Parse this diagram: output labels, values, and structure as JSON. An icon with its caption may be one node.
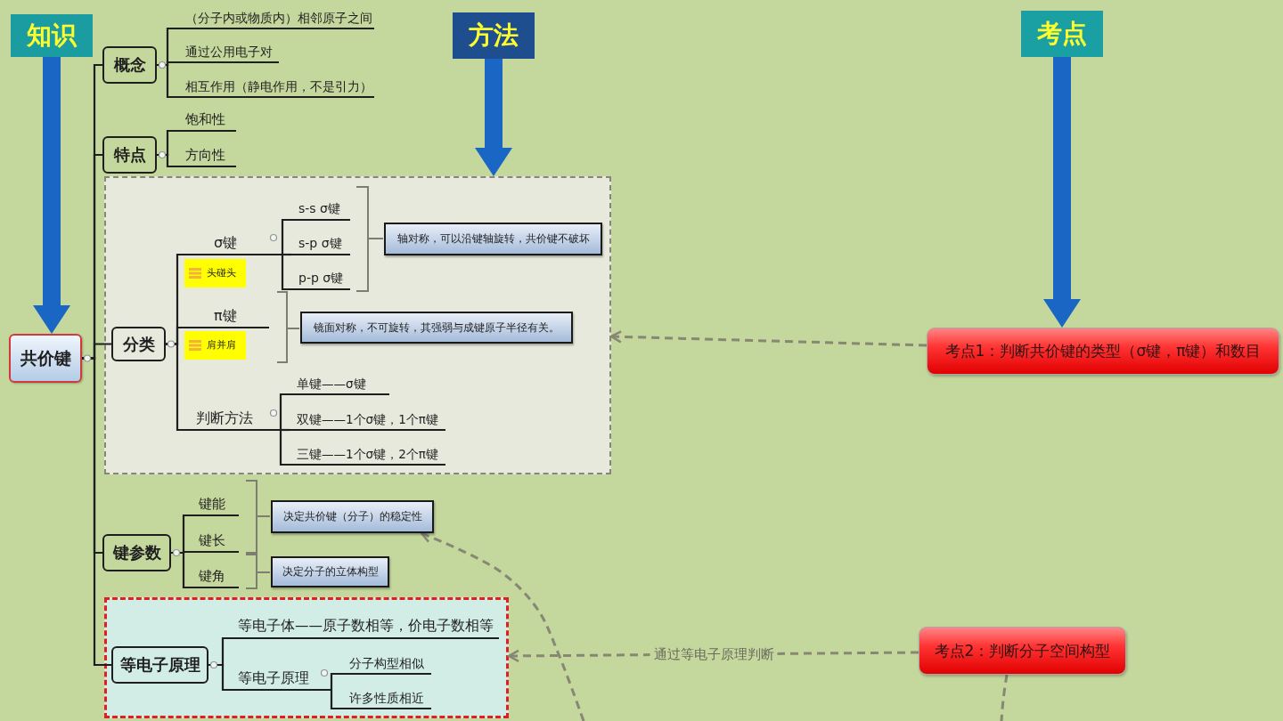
{
  "diagram": {
    "nodes": [
      {
        "text": [
          "知识"
        ]
      },
      {
        "text": [
          "方法"
        ]
      },
      {
        "text": [
          "考点"
        ]
      },
      {
        "text": [
          "共价键"
        ]
      },
      {
        "text": [
          "概念"
        ]
      },
      {
        "text": [
          "（分子内或物质内）相邻原子之间"
        ]
      },
      {
        "text": [
          "通过公用电子对"
        ]
      },
      {
        "text": [
          "相互作用（静电作用，不是引力）"
        ]
      },
      {
        "text": [
          "特点"
        ]
      },
      {
        "text": [
          "饱和性"
        ]
      },
      {
        "text": [
          "方向性"
        ]
      },
      {
        "text": [],
        "shape": "box"
      },
      {
        "text": [
          "分类"
        ],
        "in": 11
      },
      {
        "text": [
          "σ键"
        ],
        "in": 11
      },
      {
        "text": [
          "头碰头"
        ],
        "in": 11
      },
      {
        "text": [
          "s-s σ键"
        ],
        "in": 11
      },
      {
        "text": [
          "s-p σ键"
        ],
        "in": 11
      },
      {
        "text": [
          "p-p σ键"
        ],
        "in": 11
      },
      {
        "text": [
          "轴对称，可以沿键轴旋转，共价键不破坏"
        ],
        "in": 11
      },
      {
        "text": [
          "π键"
        ],
        "in": 11
      },
      {
        "text": [
          "肩并肩"
        ],
        "in": 11
      },
      {
        "text": [
          "镜面对称，不可旋转，其强弱与成键原子半径有关。"
        ],
        "in": 11
      },
      {
        "text": [
          "判断方法"
        ],
        "in": 11
      },
      {
        "text": [
          "单键——σ键"
        ],
        "in": 11
      },
      {
        "text": [
          "双键——1个σ键，1个π键"
        ],
        "in": 11
      },
      {
        "text": [
          "三键——1个σ键，2个π键"
        ],
        "in": 11
      },
      {
        "text": [
          "键参数"
        ]
      },
      {
        "text": [
          "键能"
        ]
      },
      {
        "text": [
          "键长"
        ]
      },
      {
        "text": [
          "键角"
        ]
      },
      {
        "text": [
          "决定共价键（分子）的稳定性"
        ]
      },
      {
        "text": [
          "决定分子的立体构型"
        ]
      },
      {
        "text": [],
        "shape": "box"
      },
      {
        "text": [
          "等电子原理"
        ],
        "in": 32
      },
      {
        "text": [
          "等电子体——原子数相等，价电子数相等"
        ],
        "in": 32
      },
      {
        "text": [
          "等电子原理"
        ],
        "in": 32
      },
      {
        "text": [
          "分子构型相似"
        ],
        "in": 32
      },
      {
        "text": [
          "许多性质相近"
        ],
        "in": 32
      },
      {
        "text": [
          "考点1：判断共价键的类型（σ键，π键）和数目"
        ]
      },
      {
        "text": [
          "考点2：判断分子空间构型"
        ]
      }
    ],
    "edges": [
      {
        "from": 0,
        "to": 3,
        "arrow": "to",
        "style": "thick",
        "color": "#1a66c4"
      },
      {
        "from": 1,
        "to": 11,
        "arrow": "to",
        "style": "thick",
        "color": "#1a66c4"
      },
      {
        "from": 2,
        "to": 38,
        "arrow": "to",
        "style": "thick",
        "color": "#1a66c4"
      },
      {
        "from": 3,
        "to": 4,
        "arrow": "none"
      },
      {
        "from": 3,
        "to": 8,
        "arrow": "none"
      },
      {
        "from": 3,
        "to": 12,
        "arrow": "none"
      },
      {
        "from": 3,
        "to": 26,
        "arrow": "none"
      },
      {
        "from": 3,
        "to": 33,
        "arrow": "none"
      },
      {
        "from": 4,
        "to": 5,
        "arrow": "none"
      },
      {
        "from": 4,
        "to": 6,
        "arrow": "none"
      },
      {
        "from": 4,
        "to": 7,
        "arrow": "none"
      },
      {
        "from": 8,
        "to": 9,
        "arrow": "none"
      },
      {
        "from": 8,
        "to": 10,
        "arrow": "none"
      },
      {
        "from": 12,
        "to": 13,
        "arrow": "none"
      },
      {
        "from": 12,
        "to": 19,
        "arrow": "none"
      },
      {
        "from": 12,
        "to": 22,
        "arrow": "none"
      },
      {
        "from": 13,
        "to": 15,
        "arrow": "none"
      },
      {
        "from": 13,
        "to": 16,
        "arrow": "none"
      },
      {
        "from": 13,
        "to": 17,
        "arrow": "none"
      },
      {
        "from": 22,
        "to": 23,
        "arrow": "none"
      },
      {
        "from": 22,
        "to": 24,
        "arrow": "none"
      },
      {
        "from": 22,
        "to": 25,
        "arrow": "none"
      },
      {
        "from": 26,
        "to": 27,
        "arrow": "none"
      },
      {
        "from": 26,
        "to": 28,
        "arrow": "none"
      },
      {
        "from": 26,
        "to": 29,
        "arrow": "none"
      },
      {
        "from": 33,
        "to": 34,
        "arrow": "none"
      },
      {
        "from": 33,
        "to": 35,
        "arrow": "none"
      },
      {
        "from": 35,
        "to": 36,
        "arrow": "none"
      },
      {
        "from": 35,
        "to": 37,
        "arrow": "none"
      },
      {
        "from": 38,
        "to": 11,
        "arrow": "to",
        "style": "dashed",
        "color": "#878774"
      },
      {
        "from": 39,
        "to": 32,
        "arrow": "to",
        "style": "dashed",
        "color": "#878774",
        "label": "通过等电子原理判断"
      },
      {
        "from": null,
        "to": 30,
        "arrow": "to",
        "style": "dashed",
        "color": "#878774"
      },
      {
        "from": 39,
        "to": null,
        "arrow": "none",
        "style": "dashed",
        "color": "#878774"
      }
    ]
  }
}
